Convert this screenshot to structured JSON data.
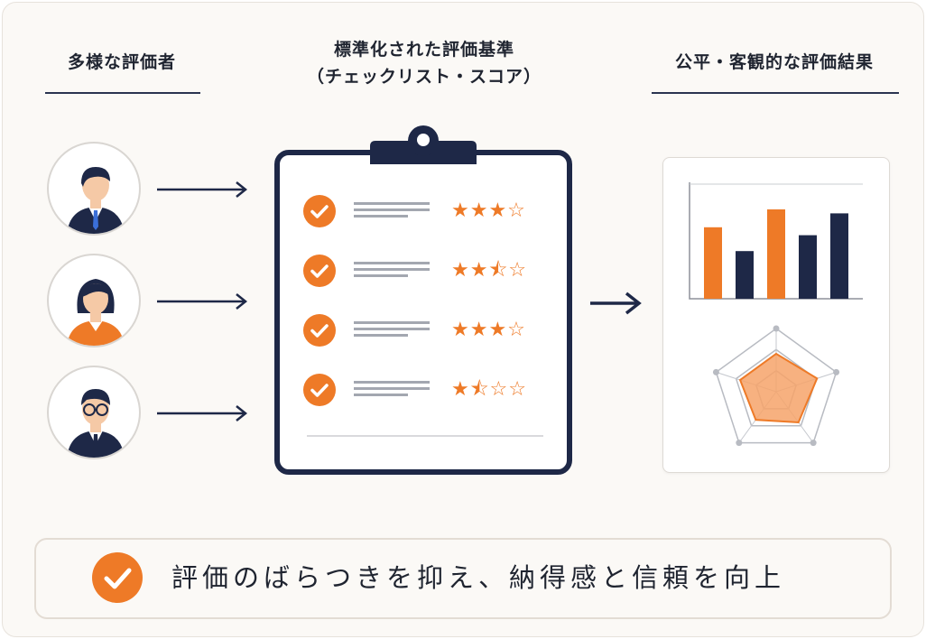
{
  "columns": {
    "evaluators": {
      "title": "多様な評価者"
    },
    "criteria": {
      "title_line1": "標準化された評価基準",
      "title_line2": "（チェックリスト・スコア）"
    },
    "results": {
      "title": "公平・客観的な評価結果"
    }
  },
  "evaluators": [
    {
      "icon": "businessman-avatar-icon"
    },
    {
      "icon": "businesswoman-avatar-icon"
    },
    {
      "icon": "glasses-businessman-avatar-icon"
    }
  ],
  "checklist": {
    "rows": [
      {
        "rating": 3,
        "max": 4,
        "stars": "★★★☆"
      },
      {
        "rating": 2.5,
        "max": 4,
        "stars": "★★⯪☆"
      },
      {
        "rating": 3,
        "max": 4,
        "stars": "★★★☆"
      },
      {
        "rating": 1.5,
        "max": 4,
        "stars": "★⯪☆☆"
      }
    ]
  },
  "chart_data": [
    {
      "type": "bar",
      "title": "",
      "categories": [
        "",
        "",
        "",
        "",
        ""
      ],
      "values": [
        0.72,
        0.48,
        0.9,
        0.64,
        0.86
      ],
      "colors": [
        "#ee7a27",
        "#1e2847",
        "#ee7a27",
        "#1e2847",
        "#1e2847"
      ],
      "ylim": [
        0,
        1
      ]
    },
    {
      "type": "radar",
      "title": "",
      "axes": 5,
      "values": [
        0.6,
        0.68,
        0.6,
        0.55,
        0.6
      ],
      "levels": 3,
      "fill_color": "#f6a36a"
    }
  ],
  "summary": {
    "text": "評価のばらつきを抑え、納得感と信頼を向上",
    "icon": "check-circle-icon"
  },
  "colors": {
    "accent": "#ee7a27",
    "navy": "#1e2847",
    "line_gray": "#a3a7b0"
  }
}
